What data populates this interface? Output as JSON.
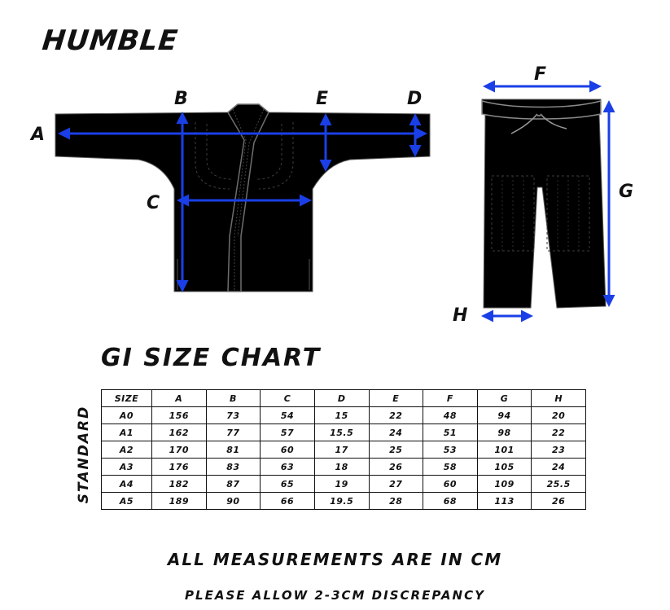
{
  "brand": "HUMBLE",
  "measurement_labels": {
    "A": "A",
    "B": "B",
    "C": "C",
    "D": "D",
    "E": "E",
    "F": "F",
    "G": "G",
    "H": "H"
  },
  "colors": {
    "garment": "#000000",
    "stitching": "#6e6e6e",
    "measure_arrow": "#1a3fe6",
    "text": "#111111"
  },
  "chart_title": "GI SIZE CHART",
  "side_label": "STANDARD",
  "chart_data": {
    "type": "table",
    "title": "GI SIZE CHART",
    "columns": [
      "SIZE",
      "A",
      "B",
      "C",
      "D",
      "E",
      "F",
      "G",
      "H"
    ],
    "rows": [
      [
        "A0",
        "156",
        "73",
        "54",
        "15",
        "22",
        "48",
        "94",
        "20"
      ],
      [
        "A1",
        "162",
        "77",
        "57",
        "15.5",
        "24",
        "51",
        "98",
        "22"
      ],
      [
        "A2",
        "170",
        "81",
        "60",
        "17",
        "25",
        "53",
        "101",
        "23"
      ],
      [
        "A3",
        "176",
        "83",
        "63",
        "18",
        "26",
        "58",
        "105",
        "24"
      ],
      [
        "A4",
        "182",
        "87",
        "65",
        "19",
        "27",
        "60",
        "109",
        "25.5"
      ],
      [
        "A5",
        "189",
        "90",
        "66",
        "19.5",
        "28",
        "68",
        "113",
        "26"
      ]
    ]
  },
  "note_units": "ALL MEASUREMENTS ARE IN CM",
  "note_discrepancy": "PLEASE ALLOW 2-3CM DISCREPANCY"
}
